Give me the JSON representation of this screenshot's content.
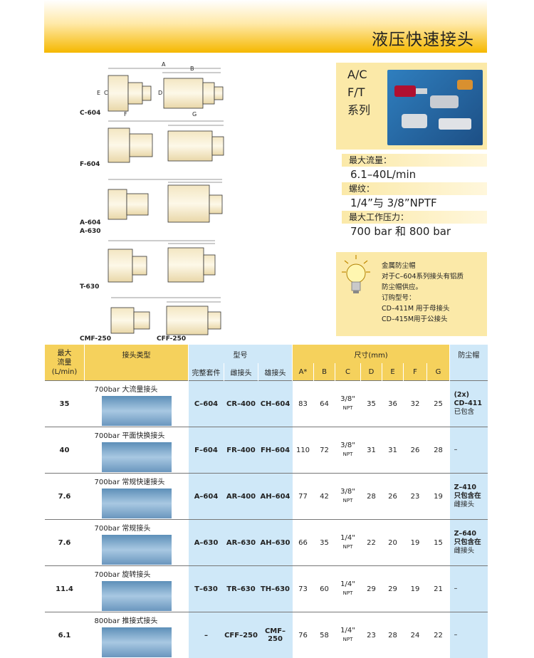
{
  "header": {
    "title": "液压快速接头"
  },
  "drawings": {
    "models": [
      "C-604",
      "F-604",
      "A-604",
      "A-630",
      "T-630",
      "CMF-250",
      "CFF-250"
    ],
    "dim_letters": [
      "A",
      "B",
      "C",
      "D",
      "E",
      "F",
      "G"
    ]
  },
  "series": {
    "line1": "A/C",
    "line2": "F/T",
    "line3": "系列"
  },
  "specs": [
    {
      "label": "最大流量：",
      "value": "6.1–40L/min"
    },
    {
      "label": "螺纹：",
      "value": "1/4”与 3/8”NPTF"
    },
    {
      "label": "最大工作压力：",
      "value": "700 bar 和 800 bar"
    }
  ],
  "note": {
    "lines": [
      "金属防尘帽",
      "对于C–604系列接头有铝质",
      "防尘帽供应。",
      "订购型号：",
      "CD–411M 用于母接头",
      "CD–415M用于公接头"
    ]
  },
  "table": {
    "headers": {
      "flow": "最大\n流量\n(L/min)",
      "type": "接头类型",
      "model": "型号",
      "model_sub": [
        "完整套件",
        "雌接头",
        "雄接头"
      ],
      "dims": "尺寸(mm)",
      "dim_sub": [
        "A*",
        "B",
        "C",
        "D",
        "E",
        "F",
        "G"
      ],
      "dust": "防尘帽"
    },
    "rows": [
      {
        "flow": "35",
        "type": "700bar 大流量接头",
        "kit": "C–604",
        "female": "CR–400",
        "male": "CH–604",
        "A": "83",
        "B": "64",
        "C": "3/8\"",
        "C_unit": "NPT",
        "D": "35",
        "E": "36",
        "F": "32",
        "G": "25",
        "dust": [
          "(2x)",
          "CD–411",
          "已包含"
        ]
      },
      {
        "flow": "40",
        "type": "700bar 平面快换接头",
        "kit": "F–604",
        "female": "FR–400",
        "male": "FH–604",
        "A": "110",
        "B": "72",
        "C": "3/8\"",
        "C_unit": "NPT",
        "D": "31",
        "E": "31",
        "F": "26",
        "G": "28",
        "dust": [
          "–"
        ]
      },
      {
        "flow": "7.6",
        "type": "700bar 常规快速接头",
        "kit": "A–604",
        "female": "AR–400",
        "male": "AH–604",
        "A": "77",
        "B": "42",
        "C": "3/8\"",
        "C_unit": "NPT",
        "D": "28",
        "E": "26",
        "F": "23",
        "G": "19",
        "dust": [
          "Z–410",
          "只包含在",
          "雌接头"
        ]
      },
      {
        "flow": "7.6",
        "type": "700bar 常规接头",
        "kit": "A–630",
        "female": "AR–630",
        "male": "AH–630",
        "A": "66",
        "B": "35",
        "C": "1/4\"",
        "C_unit": "NPT",
        "D": "22",
        "E": "20",
        "F": "19",
        "G": "15",
        "dust": [
          "Z–640",
          "只包含在",
          "雌接头"
        ]
      },
      {
        "flow": "11.4",
        "type": "700bar 旋转接头",
        "kit": "T–630",
        "female": "TR–630",
        "male": "TH–630",
        "A": "73",
        "B": "60",
        "C": "1/4\"",
        "C_unit": "NPT",
        "D": "29",
        "E": "29",
        "F": "19",
        "G": "21",
        "dust": [
          "–"
        ]
      },
      {
        "flow": "6.1",
        "type": "800bar 推接式接头",
        "kit": "–",
        "female": "CFF–250",
        "male": "CMF–250",
        "A": "76",
        "B": "58",
        "C": "1/4\"",
        "C_unit": "NPT",
        "D": "23",
        "E": "28",
        "F": "24",
        "G": "22",
        "dust": [
          "–"
        ]
      }
    ]
  },
  "colors": {
    "banner": "#f5b800",
    "panel": "#fbe9a8",
    "header_yellow": "#f5d15c",
    "header_blue": "#cfe8f8"
  }
}
